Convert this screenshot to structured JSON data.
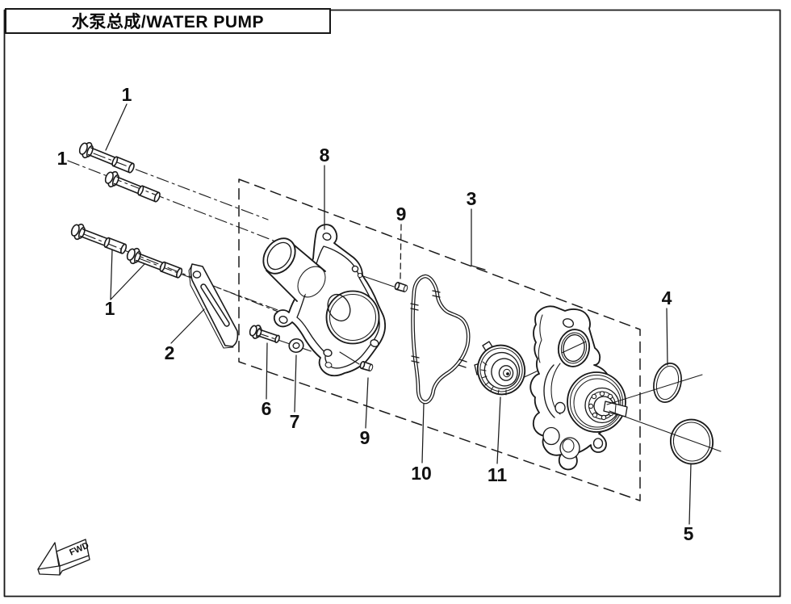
{
  "title": "水泵总成/WATER PUMP",
  "direction_marker": "FWD",
  "ink_color": "#1a1a1a",
  "callouts": [
    {
      "id": "1a",
      "label": "1"
    },
    {
      "id": "1b",
      "label": "1"
    },
    {
      "id": "1c",
      "label": "1"
    },
    {
      "id": "2",
      "label": "2"
    },
    {
      "id": "3",
      "label": "3"
    },
    {
      "id": "4",
      "label": "4"
    },
    {
      "id": "5",
      "label": "5"
    },
    {
      "id": "6",
      "label": "6"
    },
    {
      "id": "7",
      "label": "7"
    },
    {
      "id": "8",
      "label": "8"
    },
    {
      "id": "9a",
      "label": "9"
    },
    {
      "id": "9b",
      "label": "9"
    },
    {
      "id": "10",
      "label": "10"
    },
    {
      "id": "11",
      "label": "11"
    }
  ]
}
